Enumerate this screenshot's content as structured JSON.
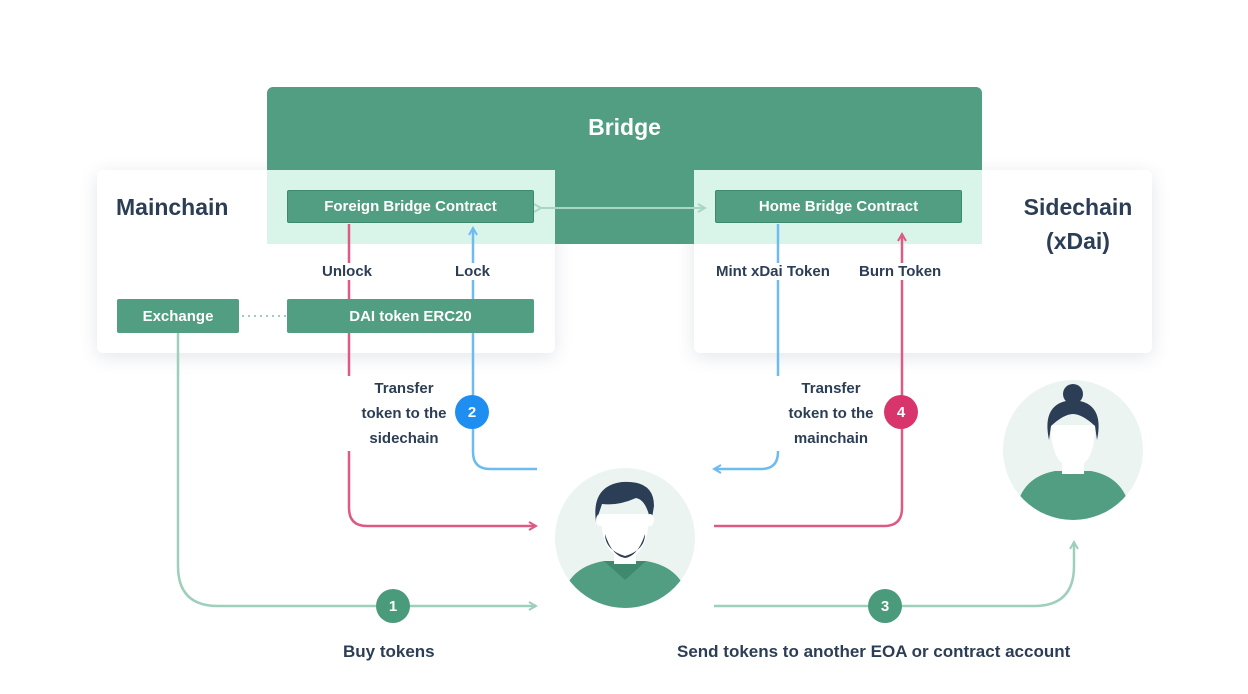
{
  "bridge": {
    "title": "Bridge"
  },
  "mainchain": {
    "title": "Mainchain",
    "foreign_contract": "Foreign Bridge Contract",
    "exchange": "Exchange",
    "dai_token": "DAI token ERC20",
    "unlock_label": "Unlock",
    "lock_label": "Lock"
  },
  "sidechain": {
    "title_line1": "Sidechain",
    "title_line2": "(xDai)",
    "home_contract": "Home Bridge Contract",
    "mint_label": "Mint xDai Token",
    "burn_label": "Burn Token"
  },
  "steps": {
    "step1": {
      "number": "1",
      "label": "Buy tokens"
    },
    "step2": {
      "number": "2",
      "label_line1": "Transfer",
      "label_line2": "token to the",
      "label_line3": "sidechain"
    },
    "step3": {
      "number": "3",
      "label": "Send tokens to another EOA or contract account"
    },
    "step4": {
      "number": "4",
      "label_line1": "Transfer",
      "label_line2": "token to the",
      "label_line3": "mainchain"
    }
  },
  "colors": {
    "green": "#529e82",
    "light_green": "#d9f5ea",
    "flow_green": "#9ecfba",
    "blue": "#6cbcf0",
    "pink": "#dd5a84",
    "badge_green": "#4a9a7c",
    "badge_blue": "#1f8ef1",
    "badge_pink": "#d8356d",
    "text": "#2c3e55"
  },
  "icons": {
    "user_male": "male-user-avatar-icon",
    "user_female": "female-user-avatar-icon"
  }
}
